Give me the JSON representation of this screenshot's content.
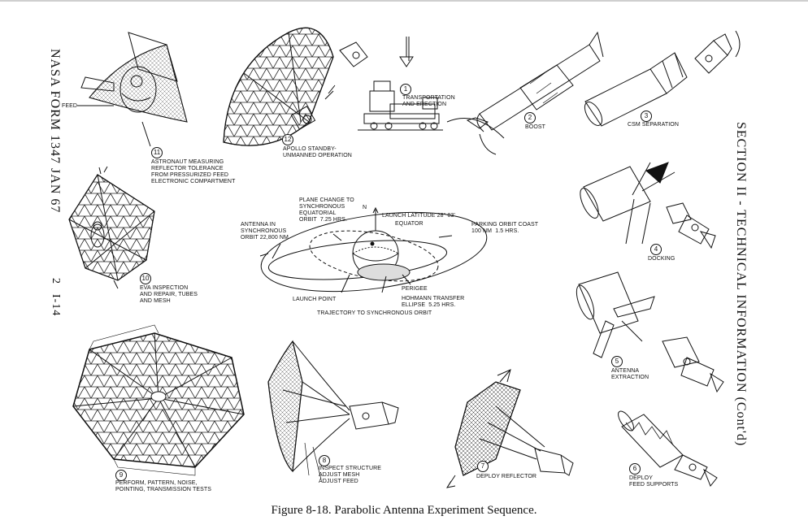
{
  "margin": {
    "form": "NASA FORM 1347 JAN 67",
    "page_number": "2",
    "page_ref": "I-14",
    "section": "SECTION II - TECHNICAL INFORMATION (Cont'd)"
  },
  "caption": "Figure 8-18.  Parabolic Antenna Experiment Sequence.",
  "steps": {
    "s1": {
      "num": "1",
      "label": "TRANSPORTATION\nAND ERECTION"
    },
    "s2": {
      "num": "2",
      "label": "BOOST"
    },
    "s3": {
      "num": "3",
      "label": "CSM SEPARATION"
    },
    "s4": {
      "num": "4",
      "label": "DOCKING"
    },
    "s5": {
      "num": "5",
      "label": "ANTENNA\nEXTRACTION"
    },
    "s6": {
      "num": "6",
      "label": "DEPLOY\nFEED SUPPORTS"
    },
    "s7": {
      "num": "7",
      "label": "DEPLOY REFLECTOR"
    },
    "s8": {
      "num": "8",
      "label": "INSPECT STRUCTURE\nADJUST MESH\nADJUST FEED"
    },
    "s9": {
      "num": "9",
      "label": "PERFORM, PATTERN, NOISE,\nPOINTING, TRANSMISSION TESTS"
    },
    "s10": {
      "num": "10",
      "label": "EVA INSPECTION\nAND REPAIR, TUBES\nAND MESH"
    },
    "s11": {
      "num": "11",
      "label": "ASTRONAUT MEASURING\nREFLECTOR TOLERANCE\nFROM PRESSURIZED FEED\nELECTRONIC COMPARTMENT"
    },
    "s12": {
      "num": "12",
      "label": "APOLLO STANDBY-\nUNMANNED OPERATION"
    }
  },
  "feed_label": "FEED",
  "trajectory": {
    "plane_change": "PLANE CHANGE TO\nSYNCHRONOUS\nEQUATORIAL\nORBIT  7.25 HRS.",
    "north": "N",
    "launch_latitude": "LAUNCH LATITUDE 28° 03'",
    "equator": "EQUATOR",
    "parking_orbit": "PARKING ORBIT COAST\n100 NM  1.5 HRS.",
    "antenna_orbit": "ANTENNA IN\nSYNCHRONOUS\nORBIT 22,800 NM",
    "perigee": "PERIGEE",
    "hohmann": "HOHMANN TRANSFER\nELLIPSE  5.25 HRS.",
    "launch_point": "LAUNCH POINT",
    "title": "TRAJECTORY TO SYNCHRONOUS ORBIT"
  }
}
